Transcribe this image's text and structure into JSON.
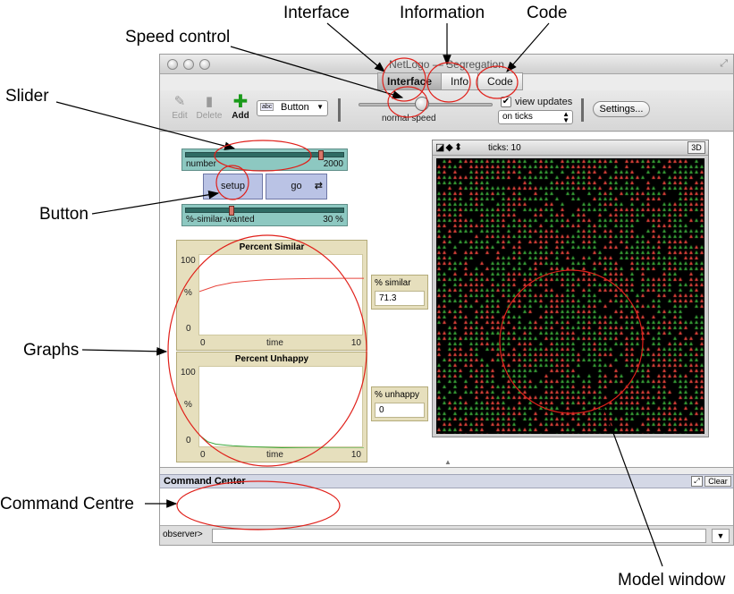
{
  "callouts": {
    "interface": "Interface",
    "information": "Information",
    "code": "Code",
    "speed_control": "Speed control",
    "slider": "Slider",
    "button": "Button",
    "graphs": "Graphs",
    "command_centre": "Command Centre",
    "model_window": "Model window"
  },
  "window": {
    "title": "NetLogo — Segregation",
    "tabs": [
      "Interface",
      "Info",
      "Code"
    ],
    "active_tab": "Interface"
  },
  "toolbar": {
    "edit": "Edit",
    "delete": "Delete",
    "add": "Add",
    "widget_type": "Button",
    "widget_type_badge": "abc",
    "speed_label": "normal speed",
    "view_updates": "view updates",
    "view_updates_checked": true,
    "update_mode": "on ticks",
    "settings": "Settings..."
  },
  "widgets": {
    "slider_number": {
      "label": "number",
      "value": "2000",
      "fraction": 0.9
    },
    "setup_button": "setup",
    "go_button": "go",
    "slider_similar": {
      "label": "%-similar-wanted",
      "value": "30 %",
      "fraction": 0.3
    },
    "plot_similar": {
      "title": "Percent Similar",
      "ymax": "100",
      "ymin": "0",
      "xmin": "0",
      "xmax": "10",
      "xlabel": "time",
      "ylabel": "%",
      "color": "#e8453c",
      "points": [
        [
          0,
          55
        ],
        [
          1,
          62
        ],
        [
          2,
          66
        ],
        [
          3,
          68
        ],
        [
          4,
          69.5
        ],
        [
          5,
          70.3
        ],
        [
          6,
          70.8
        ],
        [
          7,
          71.1
        ],
        [
          8,
          71.2
        ],
        [
          9,
          71.3
        ],
        [
          10,
          71.3
        ]
      ]
    },
    "monitor_similar": {
      "label": "% similar",
      "value": "71.3"
    },
    "plot_unhappy": {
      "title": "Percent Unhappy",
      "ymax": "100",
      "ymin": "0",
      "xmin": "0",
      "xmax": "10",
      "xlabel": "time",
      "ylabel": "%",
      "color": "#3aa83a",
      "points": [
        [
          0,
          16
        ],
        [
          0.5,
          8
        ],
        [
          1,
          5
        ],
        [
          2,
          3
        ],
        [
          3,
          2
        ],
        [
          4,
          1.2
        ],
        [
          5,
          0.6
        ],
        [
          6,
          0.3
        ],
        [
          7,
          0.1
        ],
        [
          8,
          0
        ],
        [
          10,
          0
        ]
      ]
    },
    "monitor_unhappy": {
      "label": "% unhappy",
      "value": "0"
    },
    "view": {
      "ticks_label": "ticks: 10",
      "button_3d": "3D"
    }
  },
  "command_center": {
    "title": "Command Center",
    "clear": "Clear",
    "prompt": "observer>",
    "input_value": ""
  },
  "colors": {
    "agent_red": "#e8453c",
    "agent_green": "#3aa83a",
    "annotation": "#e0201a"
  }
}
